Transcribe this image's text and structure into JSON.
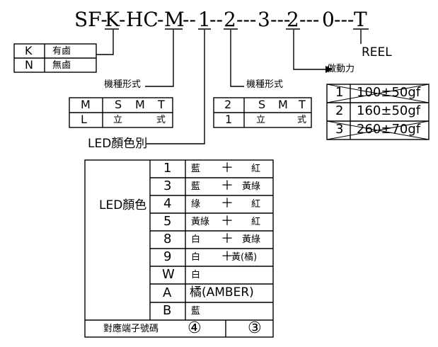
{
  "part_number": {
    "prefix": "SF-",
    "k": "K",
    "d1": "-",
    "hc": "HC",
    "d2": "-",
    "m": "M",
    "d3": "--",
    "one": "1",
    "d4": "--",
    "two": "2",
    "d5": "---",
    "three": "3",
    "d6": "---",
    "two_b": "2",
    "d7": "---",
    "zero": "0",
    "d8": "---",
    "t": "T"
  },
  "kn_table": {
    "rows": [
      {
        "code": "K",
        "desc": "有鹵"
      },
      {
        "code": "N",
        "desc": "無鹵"
      }
    ]
  },
  "reel_label": "REEL",
  "force_label": "做動力",
  "mount_type_1": {
    "label": "機種形式",
    "row1": {
      "code": "M",
      "c1": "S",
      "c2": "M",
      "c3": "T"
    },
    "row2": {
      "code": "L",
      "c1": "立",
      "c3": "式"
    }
  },
  "mount_type_2": {
    "label": "機種形式",
    "row1": {
      "code": "2",
      "c1": "S",
      "c2": "M",
      "c3": "T"
    },
    "row2": {
      "code": "1",
      "c1": "立",
      "c3": "式"
    }
  },
  "force_table": {
    "rows": [
      {
        "code": "1",
        "value": "100±50gf",
        "crossed": true
      },
      {
        "code": "2",
        "value": "160±50gf",
        "crossed": false
      },
      {
        "code": "3",
        "value": "260±70gf",
        "crossed": true
      }
    ]
  },
  "led_color_label": "LED顏色別",
  "led_table": {
    "header": "LED顏色",
    "rows": [
      {
        "code": "1",
        "a": "藍",
        "plus": "＋",
        "b": "紅"
      },
      {
        "code": "3",
        "a": "藍",
        "plus": "＋",
        "b": "黃綠"
      },
      {
        "code": "4",
        "a": "綠",
        "plus": "＋",
        "b": "紅"
      },
      {
        "code": "5",
        "a": "黃綠",
        "plus": "＋",
        "b": "紅"
      },
      {
        "code": "8",
        "a": "白",
        "plus": "＋",
        "b": "黃綠"
      },
      {
        "code": "9",
        "a": "白",
        "plus": "＋",
        "b": "黃(橘)"
      },
      {
        "code": "W",
        "a": "白",
        "plus": "",
        "b": ""
      },
      {
        "code": "A",
        "a": "橘(AMBER)",
        "plus": "",
        "b": ""
      },
      {
        "code": "B",
        "a": "藍",
        "plus": "",
        "b": ""
      }
    ],
    "footer": {
      "label": "對應端子號碼",
      "pin1": "④",
      "pin2": "③"
    }
  }
}
